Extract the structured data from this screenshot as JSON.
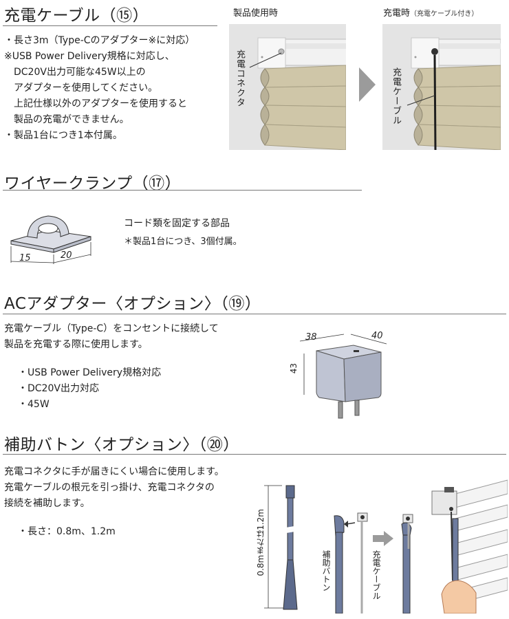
{
  "section_cable": {
    "title": "充電ケーブル（⑮）",
    "lines": [
      "・長さ3m（Type-Cのアダプター※に対応）",
      "※USB Power Delivery規格に対応し、",
      "DC20V出力可能な45W以上の",
      "アダプターを使用してください。",
      "上記仕様以外のアダプターを使用すると",
      "製品の充電ができません。",
      "・製品1台につき1本付属。"
    ],
    "photo_use_title": "製品使用時",
    "photo_charge_title": "充電時",
    "photo_charge_note": "（充電ケーブル付き）",
    "label_connector": "充電コネクタ",
    "label_cable": "充電ケーブル"
  },
  "section_clamp": {
    "title": "ワイヤークランプ（⑰）",
    "desc": "コード類を固定する部品",
    "note": "＊製品1台につき、3個付属。",
    "dim_a": "15",
    "dim_b": "20"
  },
  "section_adapter": {
    "title": "ACアダプター〈オプション〉（⑲）",
    "desc_1": "充電ケーブル（Type-C）をコンセントに接続して",
    "desc_2": "製品を充電する際に使用します。",
    "specs": [
      "・USB Power Delivery規格対応",
      "・DC20V出力対応",
      "・45W"
    ],
    "dim_w": "38",
    "dim_d": "40",
    "dim_h": "43"
  },
  "section_baton": {
    "title": "補助バトン〈オプション〉（⑳）",
    "desc_1": "充電コネクタに手が届きにくい場合に使用します。",
    "desc_2": "充電ケーブルの根元を引っ掛け、充電コネクタの",
    "desc_3": "接続を補助します。",
    "length": "・長さ：0.8m、1.2m",
    "length_label": "0.8mまたは1.2m",
    "label_baton": "補助バトン",
    "label_cable": "充電ケーブル"
  }
}
